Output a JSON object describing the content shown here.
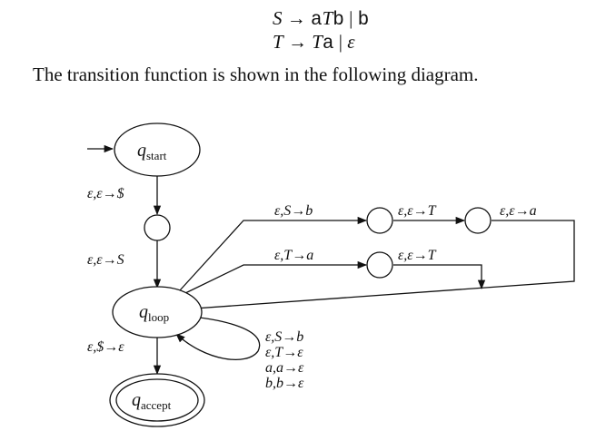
{
  "grammar": {
    "rule1": {
      "lhs": "S",
      "arrow": "→",
      "rhs_a": "a",
      "rhs_T": "T",
      "rhs_b": "b",
      "sep": "|",
      "alt": "b"
    },
    "rule2": {
      "lhs": "T",
      "arrow": "→",
      "rhs_T": "T",
      "rhs_a": "a",
      "sep": "|",
      "alt": "ε"
    }
  },
  "caption": "The transition function is shown in the following diagram.",
  "states": {
    "start": {
      "base": "q",
      "sub": "start"
    },
    "loop": {
      "base": "q",
      "sub": "loop"
    },
    "accept": {
      "base": "q",
      "sub": "accept"
    }
  },
  "labels": {
    "push_dollar": "ε,ε→$",
    "push_S": "ε,ε→S",
    "pop_dollar": "ε,$→ε",
    "top_S_b": "ε,S→b",
    "top_push_T": "ε,ε→T",
    "top_push_a": "ε,ε→a",
    "mid_T_a": "ε,T→a",
    "mid_push_T": "ε,ε→T",
    "self_loop": [
      "ε,S→b",
      "ε,T→ε",
      "a,a→ε",
      "b,b→ε"
    ]
  }
}
